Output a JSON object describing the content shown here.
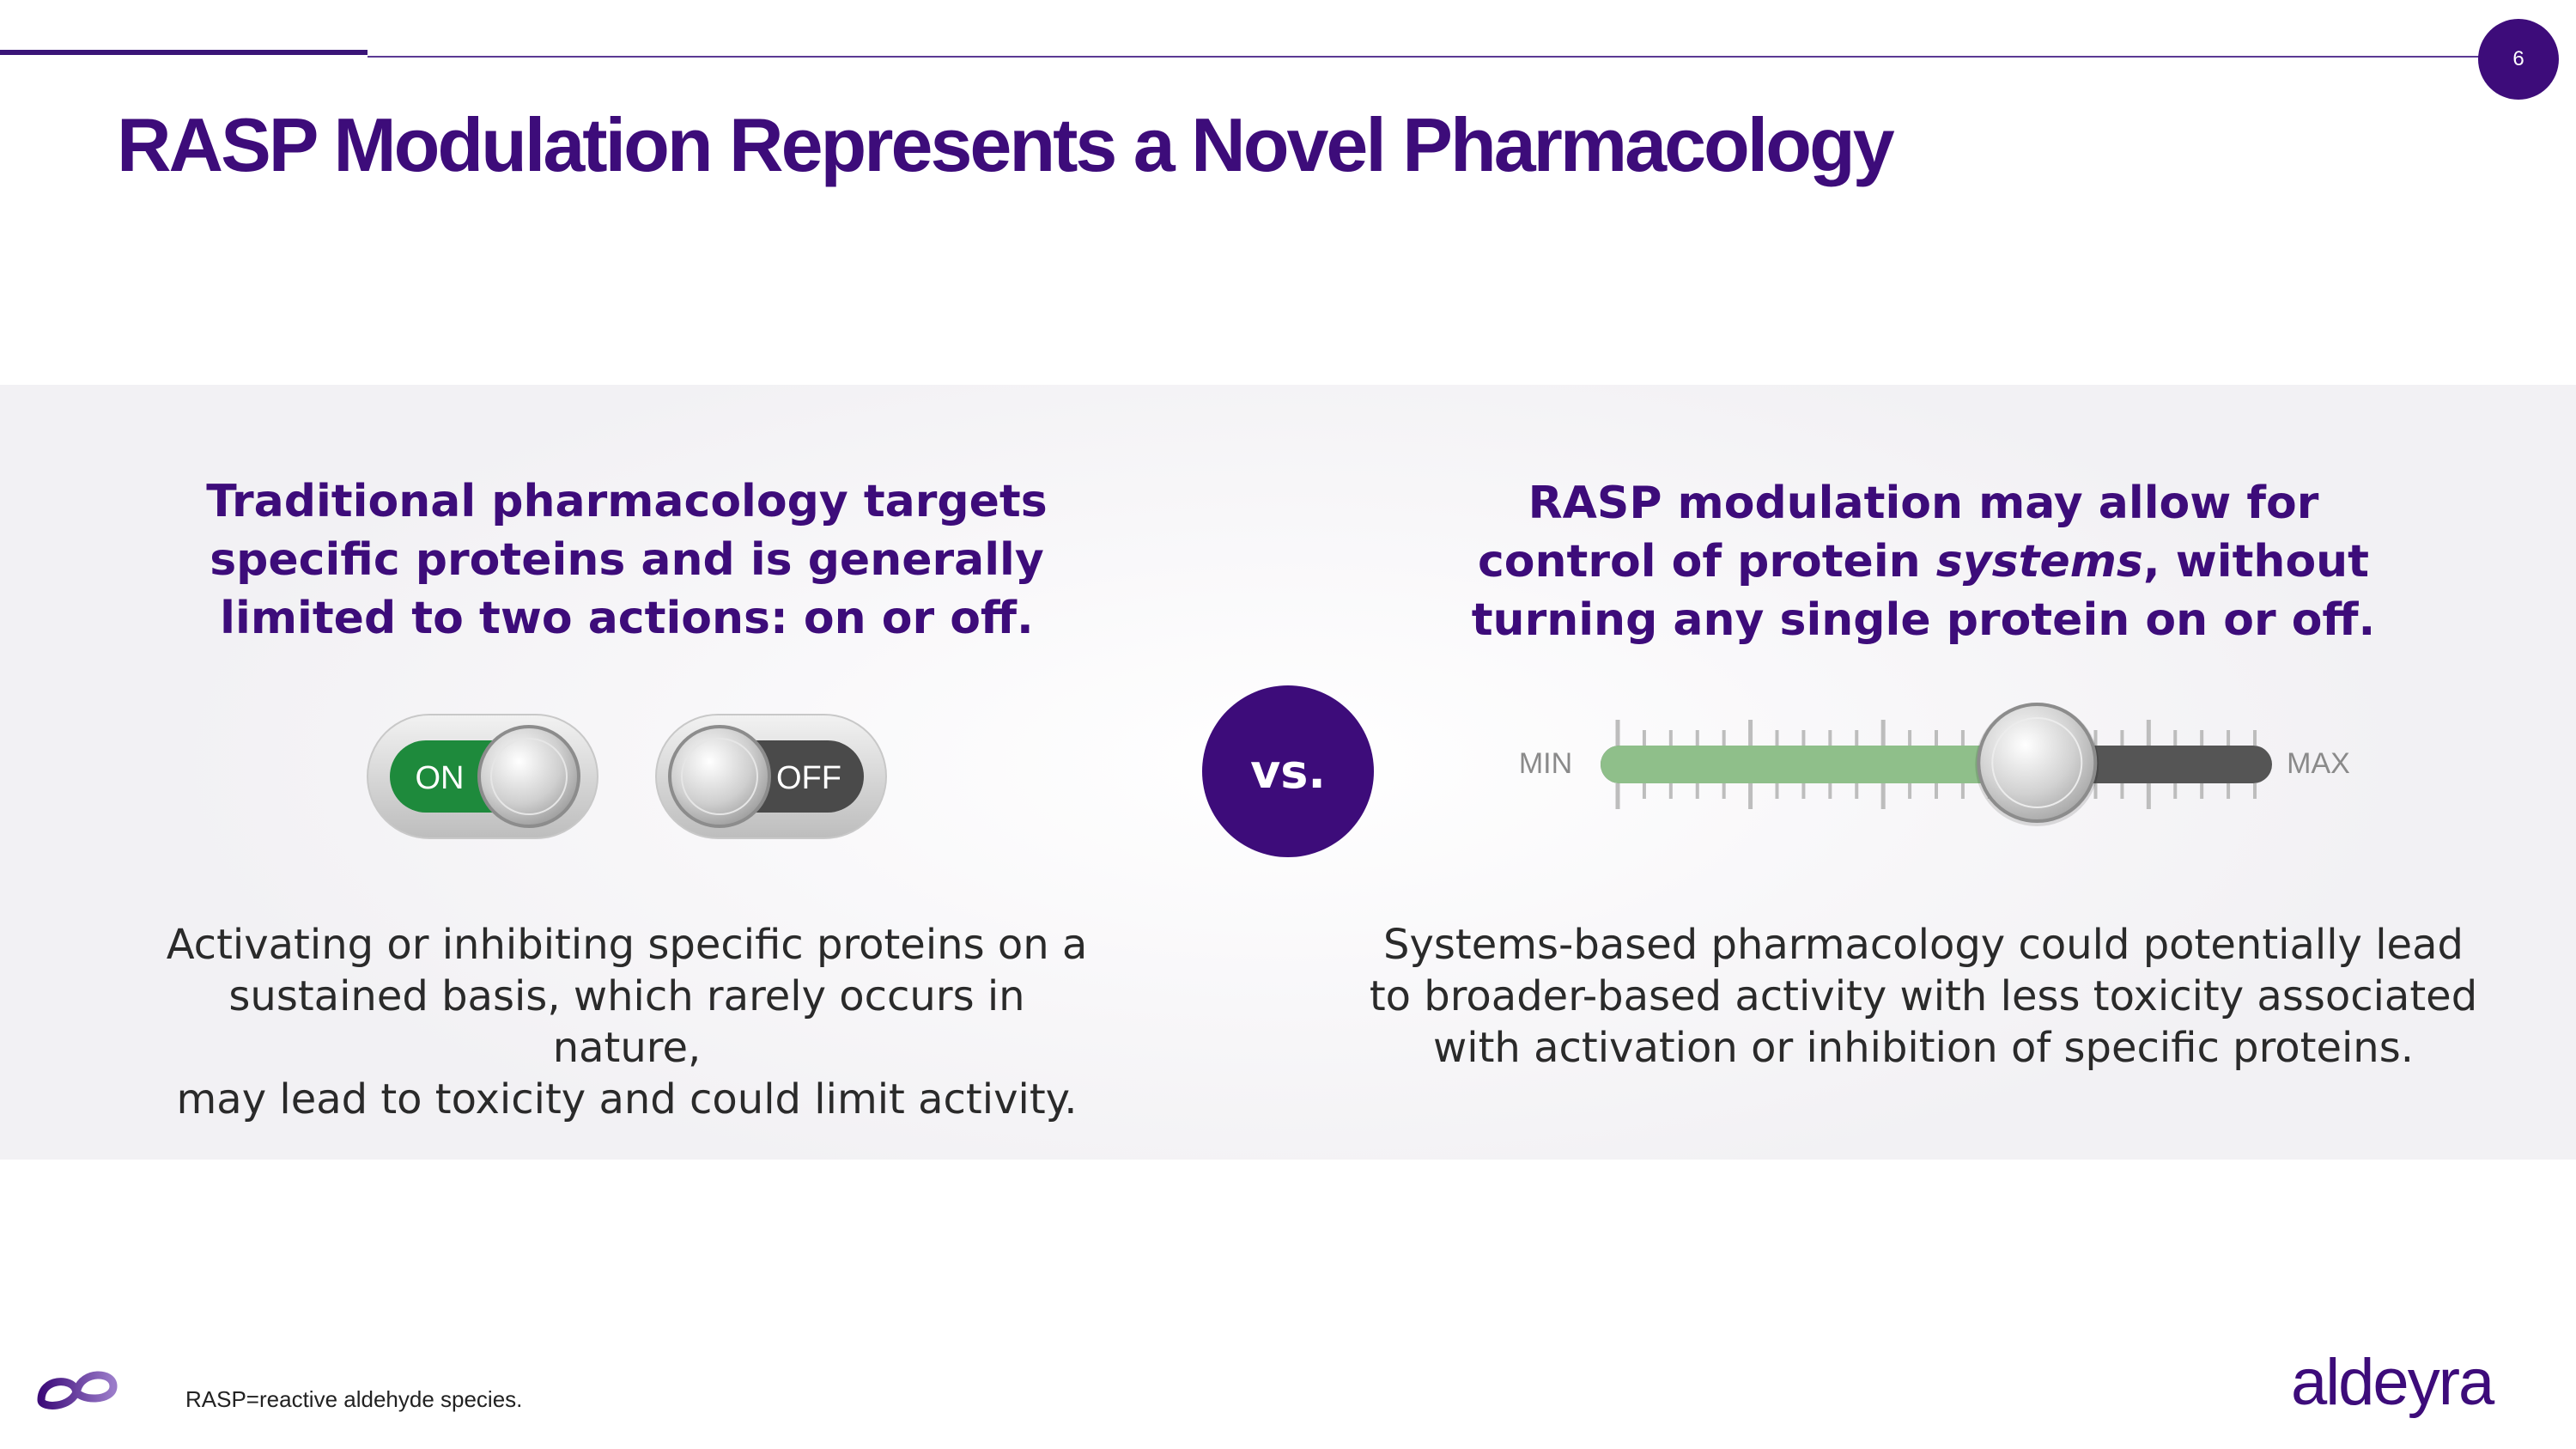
{
  "page_number": "6",
  "title": "RASP Modulation Represents a Novel Pharmacology",
  "left": {
    "heading": [
      "Traditional pharmacology targets",
      "specific proteins and is generally",
      "limited to two actions: on or off."
    ],
    "toggle_on_label": "ON",
    "toggle_off_label": "OFF",
    "body": [
      "Activating or inhibiting specific proteins on a",
      "sustained basis, which rarely occurs in nature,",
      "may lead to toxicity and could limit activity."
    ]
  },
  "vs_label": "vs.",
  "right": {
    "heading_line1": "RASP modulation may allow for",
    "heading_line2_pre": "control of protein ",
    "heading_line2_em": "systems",
    "heading_line2_post": ", without",
    "heading_line3": "turning any single protein on or off.",
    "slider_min_label": "MIN",
    "slider_max_label": "MAX",
    "slider_level": 0.65,
    "body": [
      "Systems-based pharmacology could potentially lead",
      "to broader-based activity with less toxicity associated",
      "with activation or inhibition of specific proteins."
    ]
  },
  "footnote": "RASP=reactive aldehyde species.",
  "brand": {
    "wordmark": "aldeyra",
    "primary_color": "#3d0c7a",
    "accent_green": "#1e8a3c",
    "slider_green": "#8fbf8a"
  }
}
